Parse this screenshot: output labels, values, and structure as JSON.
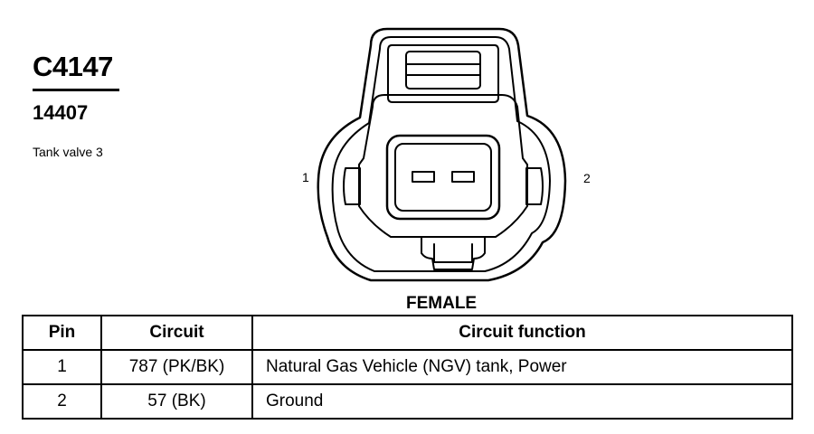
{
  "connector": {
    "id": "C4147",
    "part_number": "14407",
    "description": "Tank valve 3",
    "gender": "FEMALE",
    "pin_labels": [
      "1",
      "2"
    ]
  },
  "table": {
    "headers": [
      "Pin",
      "Circuit",
      "Circuit function"
    ],
    "rows": [
      {
        "pin": "1",
        "circuit": "787 (PK/BK)",
        "function": "Natural Gas Vehicle (NGV) tank, Power"
      },
      {
        "pin": "2",
        "circuit": "57 (BK)",
        "function": "Ground"
      }
    ]
  }
}
